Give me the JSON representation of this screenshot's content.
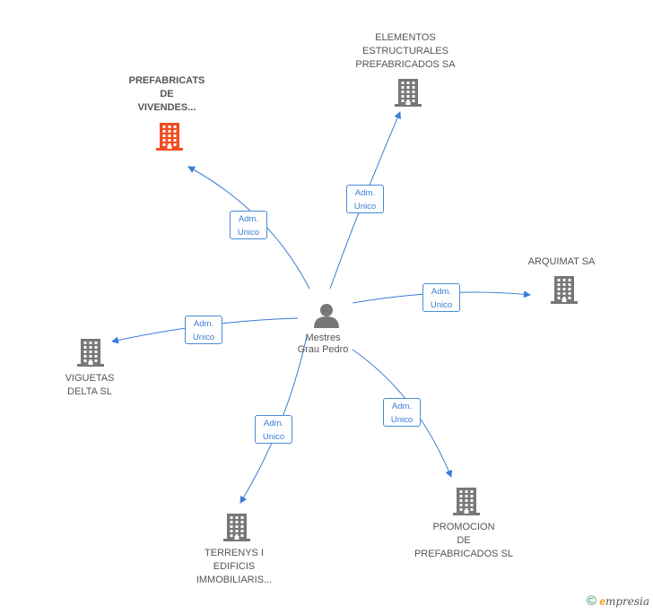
{
  "colors": {
    "edge": "#3a7bd5",
    "building": "#777777",
    "building_highlight": "#f04e23",
    "text": "#555555"
  },
  "center": {
    "icon": "person-icon",
    "label_lines": [
      "Mestres",
      "Grau Pedro"
    ]
  },
  "companies": [
    {
      "id": "prefabricats",
      "lines": [
        "PREFABRICATS",
        "DE",
        "VIVENDES..."
      ],
      "highlight": true,
      "role": [
        "Adm.",
        "Unico"
      ]
    },
    {
      "id": "elementos",
      "lines": [
        "ELEMENTOS",
        "ESTRUCTURALES",
        "PREFABRICADOS SA"
      ],
      "highlight": false,
      "role": [
        "Adm.",
        "Unico"
      ]
    },
    {
      "id": "arquimat",
      "lines": [
        "ARQUIMAT SA"
      ],
      "highlight": false,
      "role": [
        "Adm.",
        "Unico"
      ]
    },
    {
      "id": "viguetas",
      "lines": [
        "VIGUETAS",
        "DELTA SL"
      ],
      "highlight": false,
      "role": [
        "Adm.",
        "Unico"
      ]
    },
    {
      "id": "terrenys",
      "lines": [
        "TERRENYS I",
        "EDIFICIS",
        "IMMOBILIARIS..."
      ],
      "highlight": false,
      "role": [
        "Adm.",
        "Unico"
      ]
    },
    {
      "id": "promocion",
      "lines": [
        "PROMOCION",
        "DE",
        "PREFABRICADOS SL"
      ],
      "highlight": false,
      "role": [
        "Adm.",
        "Unico"
      ]
    }
  ],
  "footer": {
    "copyright": "©",
    "brand_initial": "e",
    "brand_rest": "mpresia"
  }
}
